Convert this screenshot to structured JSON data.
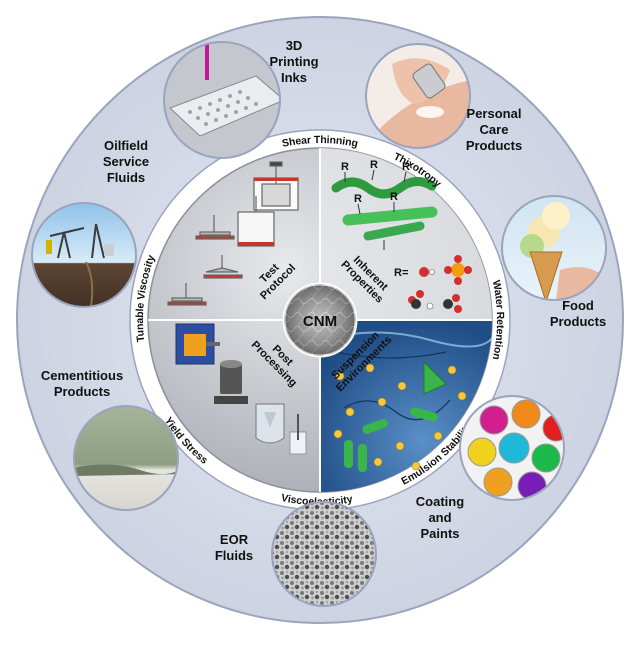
{
  "center": {
    "label": "CNM"
  },
  "inner_quadrants": [
    {
      "id": "test-protocol",
      "label": "Test\nProtocol"
    },
    {
      "id": "inherent-properties",
      "label": "Inherent\nProperties"
    },
    {
      "id": "post-processing",
      "label": "Post\nProcessing"
    },
    {
      "id": "suspension-environments",
      "label": "Suspension\nEnvironments"
    }
  ],
  "rheology_ring": [
    {
      "id": "shear-thinning",
      "label": "Shear Thinning"
    },
    {
      "id": "thixotropy",
      "label": "Thixotropy"
    },
    {
      "id": "water-retention",
      "label": "Water Retention"
    },
    {
      "id": "emulsion-stability",
      "label": "Emulsion Stability"
    },
    {
      "id": "viscoelasticity",
      "label": "Viscoelasticity"
    },
    {
      "id": "yield-stress",
      "label": "Yield Stress"
    },
    {
      "id": "tunable-viscosity",
      "label": "Tunable Viscosity"
    }
  ],
  "chemistry": {
    "r_label": "R",
    "r_equals": "R="
  },
  "applications": [
    {
      "id": "3d-printing-inks",
      "label": "3D\nPrinting\nInks",
      "icon": "3d-printer-photo"
    },
    {
      "id": "personal-care-products",
      "label": "Personal\nCare\nProducts",
      "icon": "lotion-hand-photo"
    },
    {
      "id": "food-products",
      "label": "Food\nProducts",
      "icon": "ice-cream-photo"
    },
    {
      "id": "coating-and-paints",
      "label": "Coating\nand\nPaints",
      "icon": "paint-cans-photo"
    },
    {
      "id": "eor-fluids",
      "label": "EOR\nFluids",
      "icon": "gravel-photo"
    },
    {
      "id": "cementitious-products",
      "label": "Cementitious\nProducts",
      "icon": "cement-photo"
    },
    {
      "id": "oilfield-service-fluids",
      "label": "Oilfield\nService\nFluids",
      "icon": "oil-pump-photo"
    }
  ],
  "colors": {
    "outer_ring": "#d3d8e6",
    "white_ring": "#ffffff",
    "inner_gray": "#c9ccd2",
    "suspension_blue": "#3c6ea8",
    "fiber_green": "#39b54a",
    "oxygen_red": "#d32f2f",
    "sulfur_orange": "#f39c12",
    "core_dark": "#5a5a5a"
  }
}
